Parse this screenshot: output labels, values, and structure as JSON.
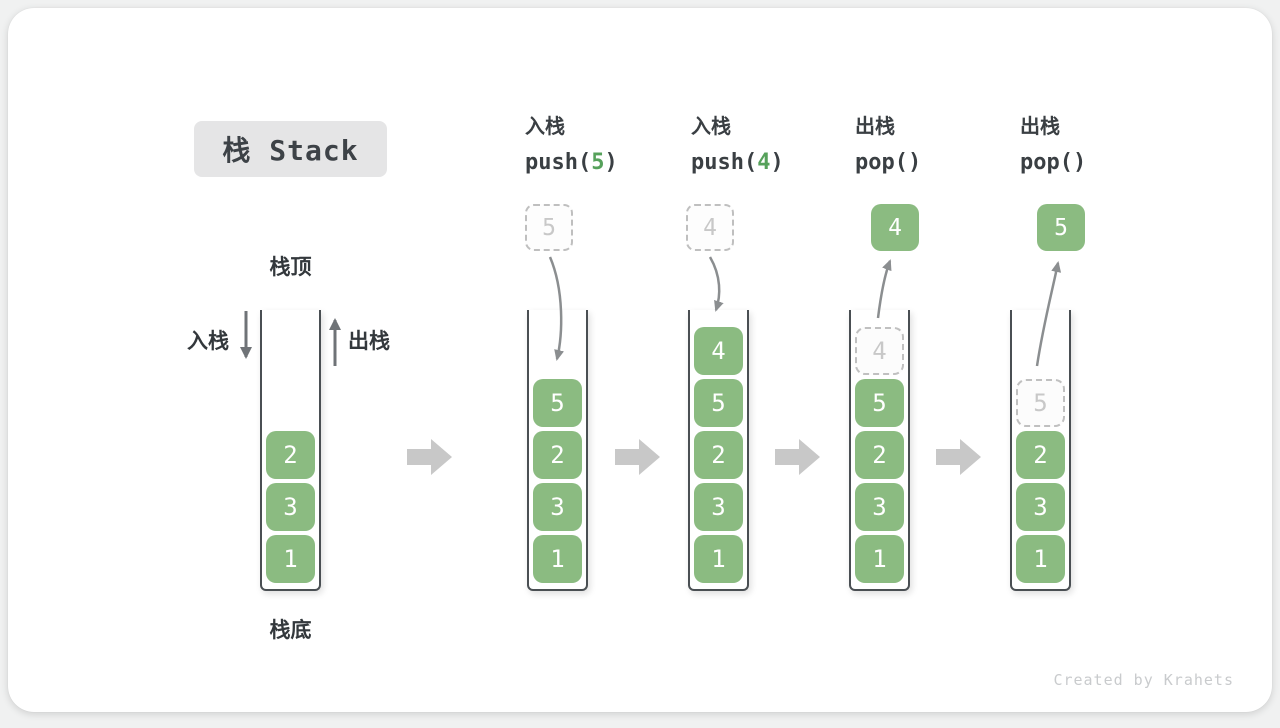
{
  "title_badge": {
    "label": "栈 Stack"
  },
  "labels": {
    "stack_top": "栈顶",
    "stack_bottom": "栈底",
    "push": "入栈",
    "pop": "出栈"
  },
  "operations": [
    {
      "label": "入栈",
      "code_prefix": "push(",
      "code_arg": "5",
      "code_suffix": ")"
    },
    {
      "label": "入栈",
      "code_prefix": "push(",
      "code_arg": "4",
      "code_suffix": ")"
    },
    {
      "label": "出栈",
      "code_prefix": "pop(",
      "code_arg": "",
      "code_suffix": ")"
    },
    {
      "label": "出栈",
      "code_prefix": "pop(",
      "code_arg": "",
      "code_suffix": ")"
    }
  ],
  "stacks": [
    {
      "name": "initial",
      "slots": [
        {
          "value": "2",
          "type": "solid"
        },
        {
          "value": "3",
          "type": "solid"
        },
        {
          "value": "1",
          "type": "solid"
        }
      ]
    },
    {
      "name": "after-push-5",
      "floating": {
        "value": "5",
        "type": "dashed"
      },
      "slots": [
        {
          "value": "5",
          "type": "solid"
        },
        {
          "value": "2",
          "type": "solid"
        },
        {
          "value": "3",
          "type": "solid"
        },
        {
          "value": "1",
          "type": "solid"
        }
      ]
    },
    {
      "name": "after-push-4",
      "floating": {
        "value": "4",
        "type": "dashed"
      },
      "slots": [
        {
          "value": "4",
          "type": "solid"
        },
        {
          "value": "5",
          "type": "solid"
        },
        {
          "value": "2",
          "type": "solid"
        },
        {
          "value": "3",
          "type": "solid"
        },
        {
          "value": "1",
          "type": "solid"
        }
      ]
    },
    {
      "name": "after-pop-4",
      "floating": {
        "value": "4",
        "type": "solid"
      },
      "slots": [
        {
          "value": "4",
          "type": "dashed"
        },
        {
          "value": "5",
          "type": "solid"
        },
        {
          "value": "2",
          "type": "solid"
        },
        {
          "value": "3",
          "type": "solid"
        },
        {
          "value": "1",
          "type": "solid"
        }
      ]
    },
    {
      "name": "after-pop-5",
      "floating": {
        "value": "5",
        "type": "solid"
      },
      "slots": [
        {
          "value": "5",
          "type": "dashed"
        },
        {
          "value": "2",
          "type": "solid"
        },
        {
          "value": "3",
          "type": "solid"
        },
        {
          "value": "1",
          "type": "solid"
        }
      ]
    }
  ],
  "watermark": "Created by Krahets",
  "colors": {
    "item_green": "#8BBB81",
    "code_accent_green": "#56A15B",
    "dashed_gray": "#C0C0C0",
    "arrow_gray": "#8B8E90",
    "block_arrow_gray": "#C8C8C8",
    "badge_gray": "#E5E5E6"
  }
}
